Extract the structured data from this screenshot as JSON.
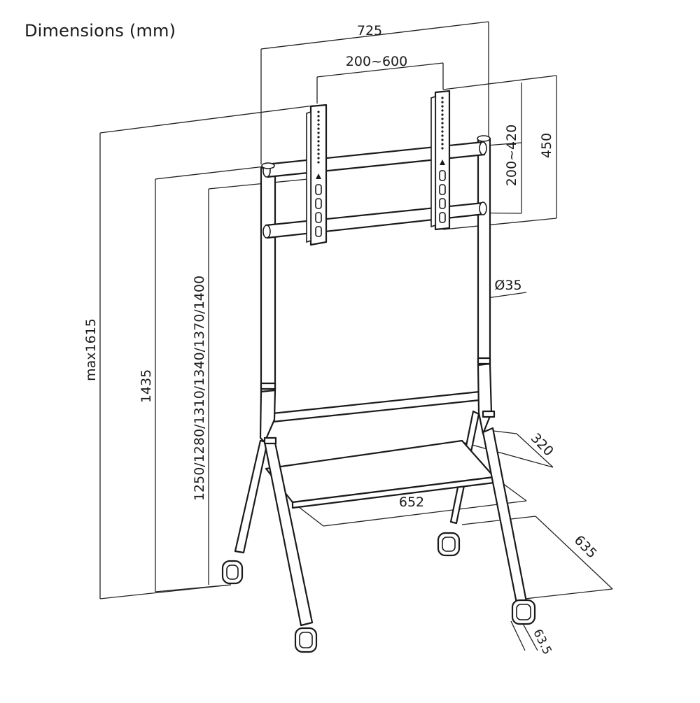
{
  "title": "Dimensions (mm)",
  "colors": {
    "line": "#1a1a1a",
    "background": "#ffffff"
  },
  "dimensions": {
    "overall_width": "725",
    "vesa_horizontal": "200~600",
    "vesa_vertical": "200~420",
    "bracket_height": "450",
    "tube_diameter": "Ø35",
    "max_height": "max1615",
    "top_bar_height": "1435",
    "center_heights": "1250/1280/1310/1340/1370/1400",
    "shelf_depth": "320",
    "shelf_width": "652",
    "base_depth": "635",
    "caster_height": "63.5"
  }
}
